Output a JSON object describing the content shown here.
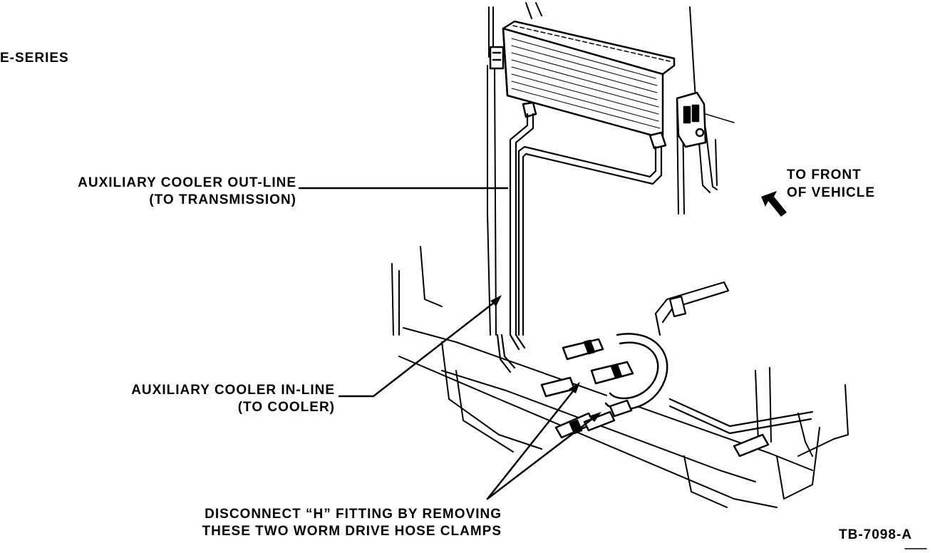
{
  "header": {
    "series": "E-SERIES"
  },
  "callouts": {
    "out_line": {
      "line1": "AUXILIARY COOLER OUT-LINE",
      "line2": "(TO TRANSMISSION)"
    },
    "in_line": {
      "line1": "AUXILIARY COOLER IN-LINE",
      "line2": "(TO COOLER)"
    },
    "direction": {
      "line1": "TO FRONT",
      "line2": "OF VEHICLE"
    },
    "fitting": {
      "line1": "DISCONNECT “H” FITTING BY REMOVING",
      "line2": "THESE TWO WORM DRIVE HOSE CLAMPS"
    }
  },
  "figure_id": "TB-7098-A",
  "colors": {
    "ink": "#000000",
    "paper": "#ffffff"
  }
}
